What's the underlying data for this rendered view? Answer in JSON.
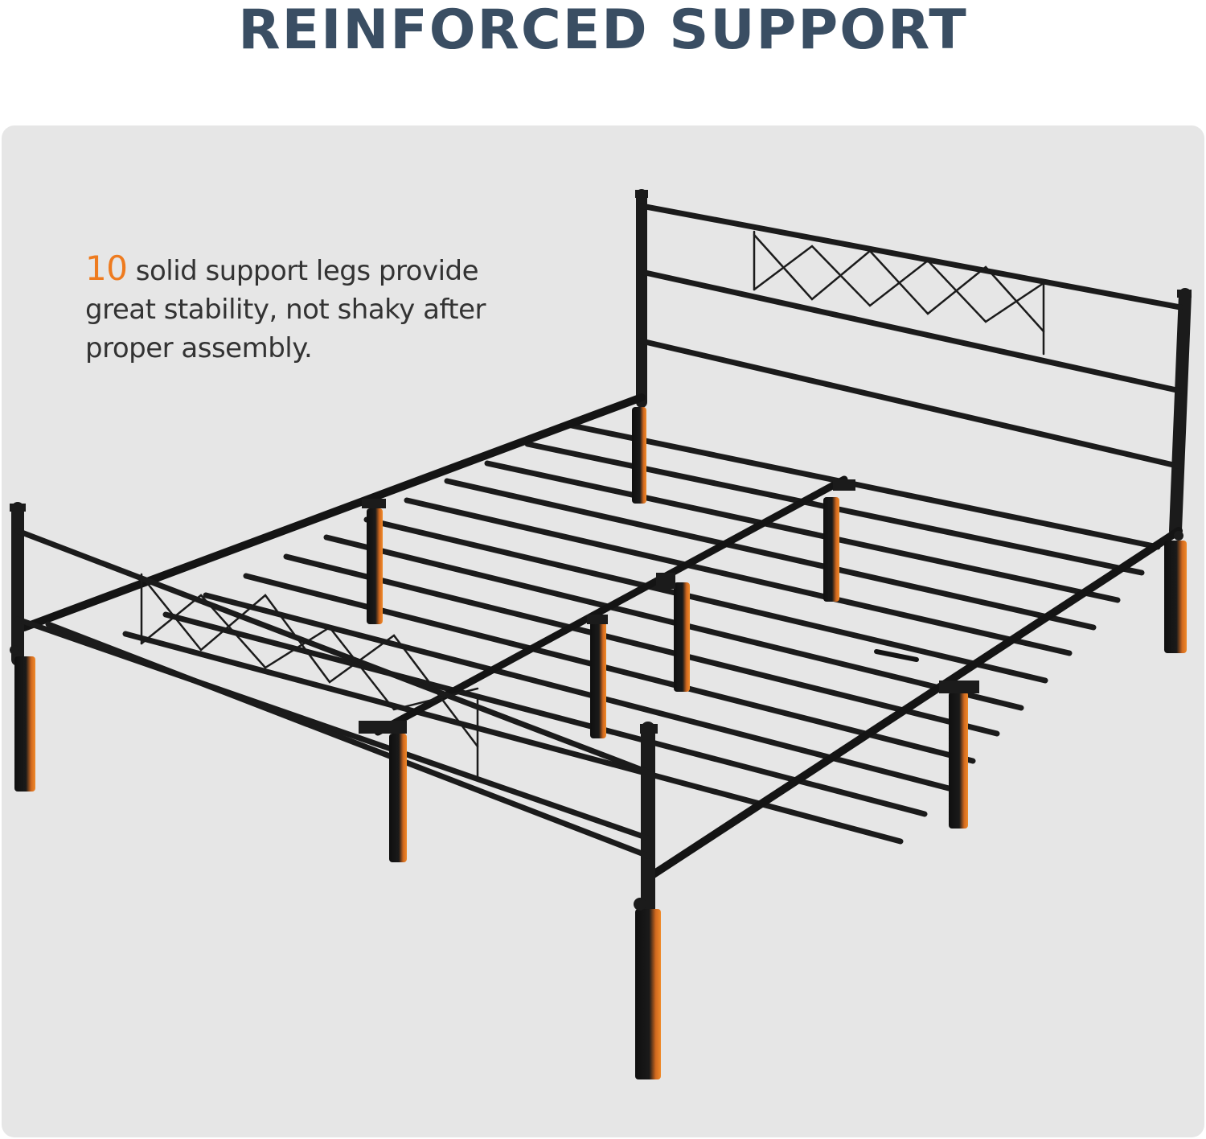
{
  "headline": "REINFORCED SUPPORT",
  "caption": {
    "number": "10",
    "text": " solid support legs provide great stability, not shaky after proper assembly."
  },
  "colors": {
    "headline": "#3a4e63",
    "accent": "#ee7b1f",
    "panel": "#e6e6e6",
    "frame": "#1b1b1b"
  }
}
